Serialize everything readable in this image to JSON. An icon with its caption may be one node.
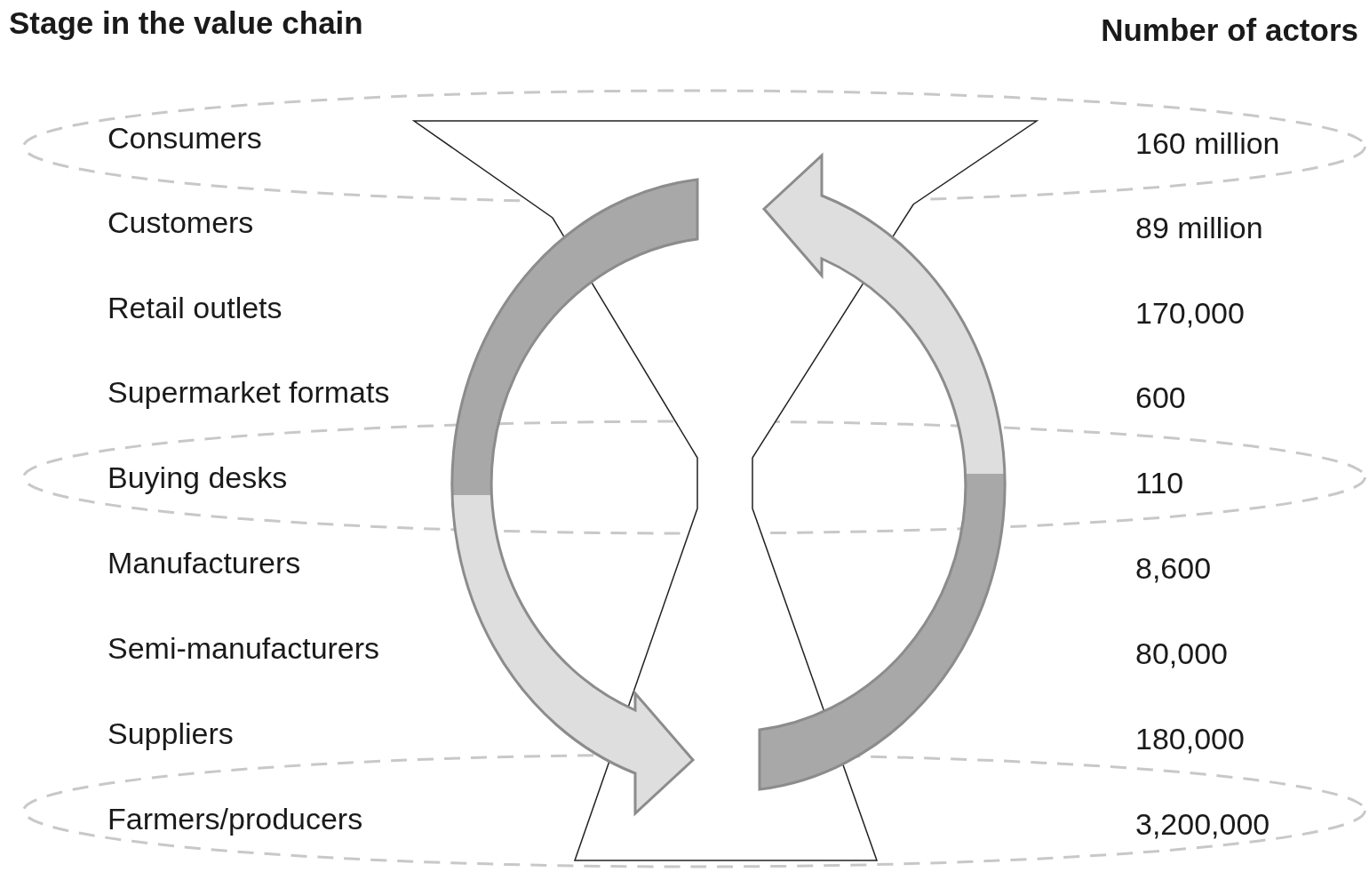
{
  "diagram": {
    "nodes": [
      {
        "text": [
          "Consumers",
          "160 million"
        ]
      },
      {
        "text": [
          "Buying desks",
          "110"
        ]
      },
      {
        "text": [
          "Farmers/producers",
          "3,200,000"
        ]
      }
    ],
    "edges": [
      {
        "from": 0,
        "to": 2,
        "arrow": "to"
      },
      {
        "from": 2,
        "to": 0,
        "arrow": "to"
      }
    ],
    "labels": [
      "Stage in the value chain",
      "Number of actors",
      "Customers",
      "89 million",
      "Retail outlets",
      "170,000",
      "Supermarket formats",
      "600",
      "Manufacturers",
      "8,600",
      "Semi-manufacturers",
      "80,000",
      "Suppliers",
      "180,000"
    ]
  }
}
